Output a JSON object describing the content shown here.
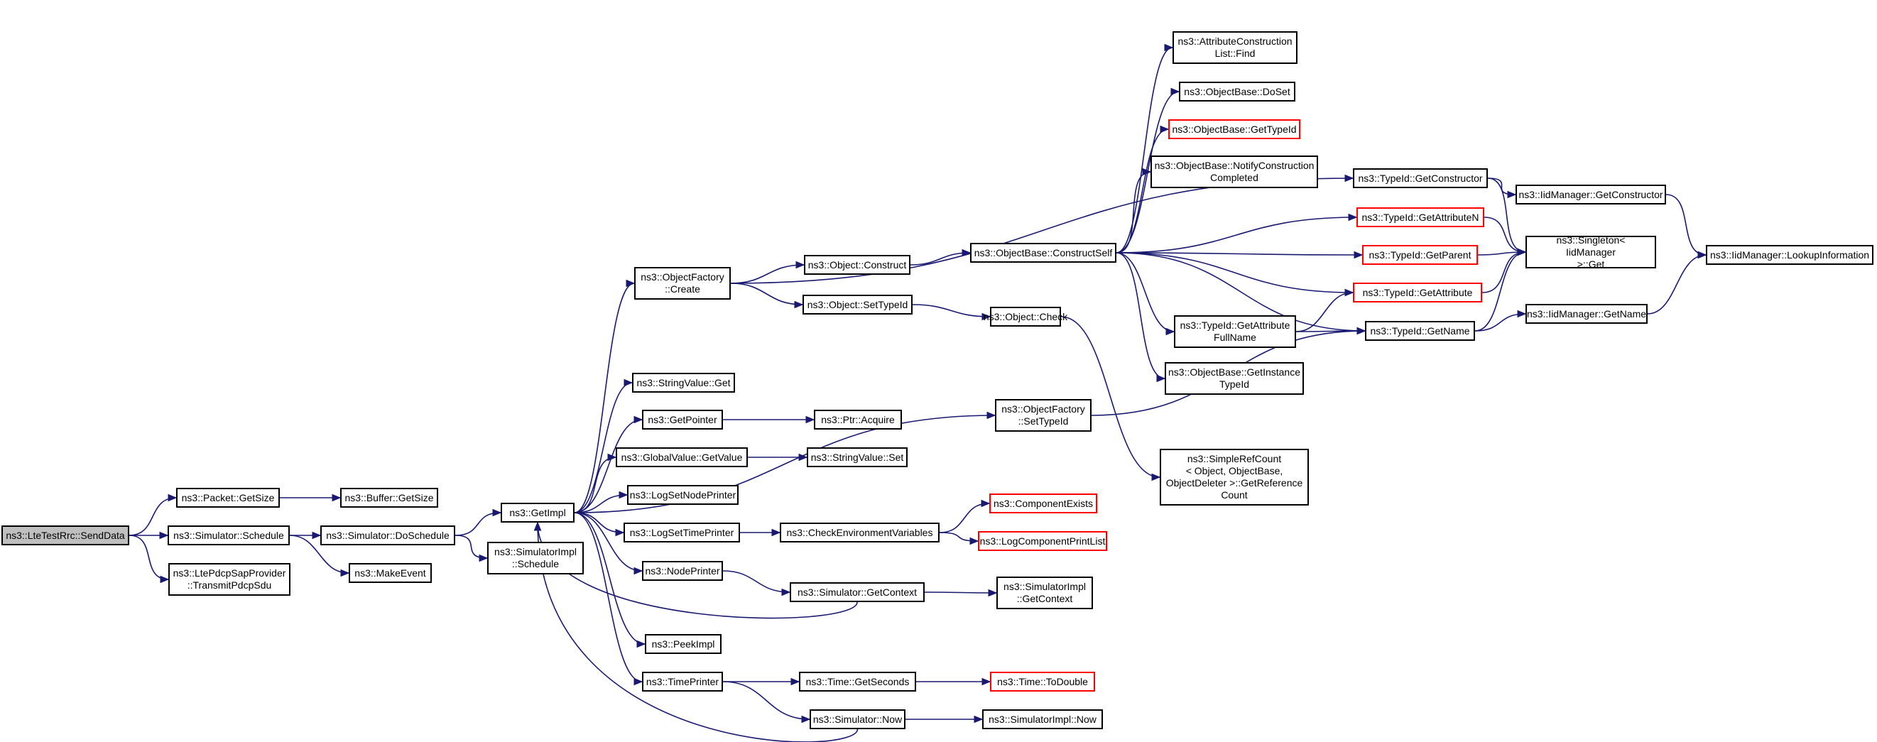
{
  "graph": {
    "colors": {
      "edge": "#191970",
      "node_border": "#000000",
      "missing_node_border": "#ff0000",
      "root_fill": "#bfbfbf"
    },
    "nodes": [
      {
        "id": "sendData",
        "label": "ns3::LteTestRrc::SendData",
        "style": "root"
      },
      {
        "id": "packetGetSize",
        "label": "ns3::Packet::GetSize"
      },
      {
        "id": "bufferGetSize",
        "label": "ns3::Buffer::GetSize"
      },
      {
        "id": "simSchedule",
        "label": "ns3::Simulator::Schedule"
      },
      {
        "id": "simDoSchedule",
        "label": "ns3::Simulator::DoSchedule"
      },
      {
        "id": "makeEvent",
        "label": "ns3::MakeEvent"
      },
      {
        "id": "transmitPdcpSdu",
        "label": "ns3::LtePdcpSapProvider\n::TransmitPdcpSdu"
      },
      {
        "id": "getImpl",
        "label": "ns3::GetImpl"
      },
      {
        "id": "simImplSchedule",
        "label": "ns3::SimulatorImpl\n::Schedule"
      },
      {
        "id": "ofCreate",
        "label": "ns3::ObjectFactory\n::Create"
      },
      {
        "id": "stringValueGet",
        "label": "ns3::StringValue::Get"
      },
      {
        "id": "getPointer",
        "label": "ns3::GetPointer"
      },
      {
        "id": "ptrAcquire",
        "label": "ns3::Ptr::Acquire"
      },
      {
        "id": "globalValueGetValue",
        "label": "ns3::GlobalValue::GetValue"
      },
      {
        "id": "stringValueSet",
        "label": "ns3::StringValue::Set"
      },
      {
        "id": "logSetNodePrinter",
        "label": "ns3::LogSetNodePrinter"
      },
      {
        "id": "logSetTimePrinter",
        "label": "ns3::LogSetTimePrinter"
      },
      {
        "id": "checkEnvVars",
        "label": "ns3::CheckEnvironmentVariables"
      },
      {
        "id": "componentExists",
        "label": "ns3::ComponentExists",
        "style": "red"
      },
      {
        "id": "logComponentPrintList",
        "label": "ns3::LogComponentPrintList",
        "style": "red"
      },
      {
        "id": "nodePrinter",
        "label": "ns3::NodePrinter"
      },
      {
        "id": "simGetContext",
        "label": "ns3::Simulator::GetContext"
      },
      {
        "id": "simImplGetContext",
        "label": "ns3::SimulatorImpl\n::GetContext"
      },
      {
        "id": "peekImpl",
        "label": "ns3::PeekImpl"
      },
      {
        "id": "timePrinter",
        "label": "ns3::TimePrinter"
      },
      {
        "id": "timeGetSeconds",
        "label": "ns3::Time::GetSeconds"
      },
      {
        "id": "timeToDouble",
        "label": "ns3::Time::ToDouble",
        "style": "red"
      },
      {
        "id": "simNow",
        "label": "ns3::Simulator::Now"
      },
      {
        "id": "simImplNow",
        "label": "ns3::SimulatorImpl::Now"
      },
      {
        "id": "objConstruct",
        "label": "ns3::Object::Construct"
      },
      {
        "id": "objSetTypeId",
        "label": "ns3::Object::SetTypeId"
      },
      {
        "id": "objCheck",
        "label": "ns3::Object::Check"
      },
      {
        "id": "ofSetTypeId",
        "label": "ns3::ObjectFactory\n::SetTypeId"
      },
      {
        "id": "constructSelf",
        "label": "ns3::ObjectBase::ConstructSelf"
      },
      {
        "id": "acFind",
        "label": "ns3::AttributeConstruction\nList::Find"
      },
      {
        "id": "obDoSet",
        "label": "ns3::ObjectBase::DoSet"
      },
      {
        "id": "obGetTypeId",
        "label": "ns3::ObjectBase::GetTypeId",
        "style": "red"
      },
      {
        "id": "obNotify",
        "label": "ns3::ObjectBase::NotifyConstruction\nCompleted"
      },
      {
        "id": "tidGetAttrFullName",
        "label": "ns3::TypeId::GetAttribute\nFullName"
      },
      {
        "id": "obGetInstanceTypeId",
        "label": "ns3::ObjectBase::GetInstance\nTypeId"
      },
      {
        "id": "simpleRefCount",
        "label": "ns3::SimpleRefCount\n< Object, ObjectBase,\n ObjectDeleter >::GetReference\nCount"
      },
      {
        "id": "tidGetConstructor",
        "label": "ns3::TypeId::GetConstructor"
      },
      {
        "id": "tidGetAttributeN",
        "label": "ns3::TypeId::GetAttributeN",
        "style": "red"
      },
      {
        "id": "tidGetParent",
        "label": "ns3::TypeId::GetParent",
        "style": "red"
      },
      {
        "id": "tidGetAttribute",
        "label": "ns3::TypeId::GetAttribute",
        "style": "red"
      },
      {
        "id": "tidGetName",
        "label": "ns3::TypeId::GetName"
      },
      {
        "id": "iidGetConstructor",
        "label": "ns3::IidManager::GetConstructor"
      },
      {
        "id": "singletonGet",
        "label": "ns3::Singleton< IidManager\n >::Get"
      },
      {
        "id": "iidGetName",
        "label": "ns3::IidManager::GetName"
      },
      {
        "id": "iidLookup",
        "label": "ns3::IidManager::LookupInformation"
      }
    ],
    "edges": [
      [
        "sendData",
        "packetGetSize"
      ],
      [
        "sendData",
        "simSchedule"
      ],
      [
        "sendData",
        "transmitPdcpSdu"
      ],
      [
        "packetGetSize",
        "bufferGetSize"
      ],
      [
        "simSchedule",
        "simDoSchedule"
      ],
      [
        "simSchedule",
        "makeEvent"
      ],
      [
        "simDoSchedule",
        "getImpl"
      ],
      [
        "simDoSchedule",
        "simImplSchedule"
      ],
      [
        "getImpl",
        "ofCreate"
      ],
      [
        "getImpl",
        "stringValueGet"
      ],
      [
        "getImpl",
        "getPointer"
      ],
      [
        "getImpl",
        "globalValueGetValue"
      ],
      [
        "getImpl",
        "logSetNodePrinter"
      ],
      [
        "getImpl",
        "logSetTimePrinter"
      ],
      [
        "getImpl",
        "nodePrinter"
      ],
      [
        "getImpl",
        "peekImpl"
      ],
      [
        "getImpl",
        "timePrinter"
      ],
      [
        "getImpl",
        "ofSetTypeId"
      ],
      [
        "getPointer",
        "ptrAcquire"
      ],
      [
        "globalValueGetValue",
        "stringValueSet"
      ],
      [
        "logSetTimePrinter",
        "checkEnvVars"
      ],
      [
        "checkEnvVars",
        "componentExists"
      ],
      [
        "checkEnvVars",
        "logComponentPrintList"
      ],
      [
        "nodePrinter",
        "simGetContext"
      ],
      [
        "simGetContext",
        "getImpl"
      ],
      [
        "simGetContext",
        "simImplGetContext"
      ],
      [
        "timePrinter",
        "timeGetSeconds"
      ],
      [
        "timePrinter",
        "simNow"
      ],
      [
        "simNow",
        "getImpl"
      ],
      [
        "simNow",
        "simImplNow"
      ],
      [
        "timeGetSeconds",
        "timeToDouble"
      ],
      [
        "ofCreate",
        "objConstruct"
      ],
      [
        "ofCreate",
        "objSetTypeId"
      ],
      [
        "ofCreate",
        "tidGetConstructor"
      ],
      [
        "objConstruct",
        "constructSelf"
      ],
      [
        "objSetTypeId",
        "objCheck"
      ],
      [
        "objCheck",
        "simpleRefCount"
      ],
      [
        "ofSetTypeId",
        "tidGetName"
      ],
      [
        "constructSelf",
        "acFind"
      ],
      [
        "constructSelf",
        "obDoSet"
      ],
      [
        "constructSelf",
        "obGetTypeId"
      ],
      [
        "constructSelf",
        "obNotify"
      ],
      [
        "constructSelf",
        "tidGetAttributeN"
      ],
      [
        "constructSelf",
        "tidGetParent"
      ],
      [
        "constructSelf",
        "tidGetAttribute"
      ],
      [
        "constructSelf",
        "tidGetAttrFullName"
      ],
      [
        "constructSelf",
        "obGetInstanceTypeId"
      ],
      [
        "constructSelf",
        "tidGetName"
      ],
      [
        "tidGetAttrFullName",
        "tidGetAttribute"
      ],
      [
        "tidGetAttrFullName",
        "tidGetName"
      ],
      [
        "tidGetConstructor",
        "iidGetConstructor"
      ],
      [
        "tidGetConstructor",
        "singletonGet"
      ],
      [
        "tidGetAttributeN",
        "singletonGet"
      ],
      [
        "tidGetParent",
        "singletonGet"
      ],
      [
        "tidGetAttribute",
        "singletonGet"
      ],
      [
        "tidGetName",
        "singletonGet"
      ],
      [
        "tidGetName",
        "iidGetName"
      ],
      [
        "iidGetConstructor",
        "iidLookup"
      ],
      [
        "iidGetName",
        "iidLookup"
      ]
    ]
  }
}
